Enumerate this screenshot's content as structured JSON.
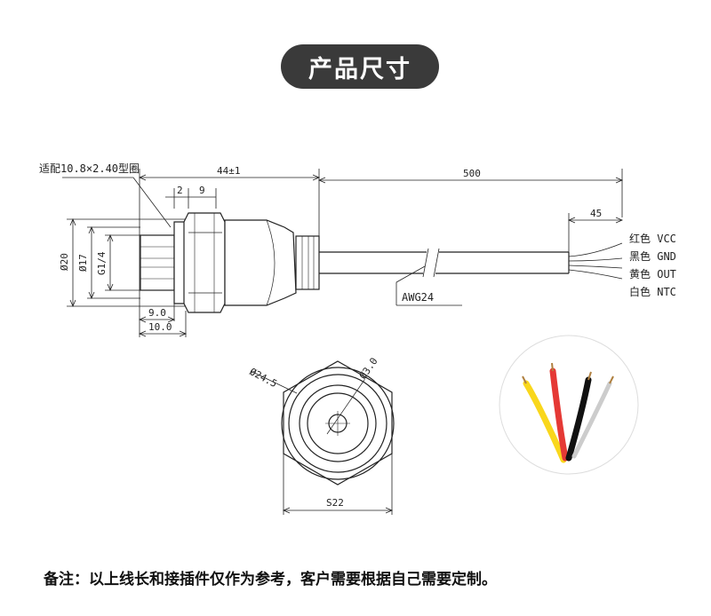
{
  "title": "产品尺寸",
  "colors": {
    "pill_bg": "#3a3a3a",
    "line": "#222222",
    "red": "#e53935",
    "yellow": "#f9d71c",
    "black": "#111111"
  },
  "labels": {
    "oring": "适配10.8×2.40型圈",
    "len_total": "44±1",
    "len_cable": "500",
    "dim_2": "2",
    "dim_9": "9",
    "dim_45": "45",
    "dia_20": "Ø20",
    "dia_17": "Ø17",
    "thread": "G1/4",
    "dim_9_0": "9.0",
    "dim_10_0": "10.0",
    "awg": "AWG24",
    "dia_24_5": "Ø24.5",
    "dia_3_0": "Ø3.0",
    "hex": "S22"
  },
  "wires": [
    {
      "label": "红色 VCC"
    },
    {
      "label": "黑色 GND"
    },
    {
      "label": "黄色 OUT"
    },
    {
      "label": "白色 NTC"
    }
  ],
  "note": "备注：以上线长和接插件仅作为参考，客户需要根据自己需要定制。"
}
